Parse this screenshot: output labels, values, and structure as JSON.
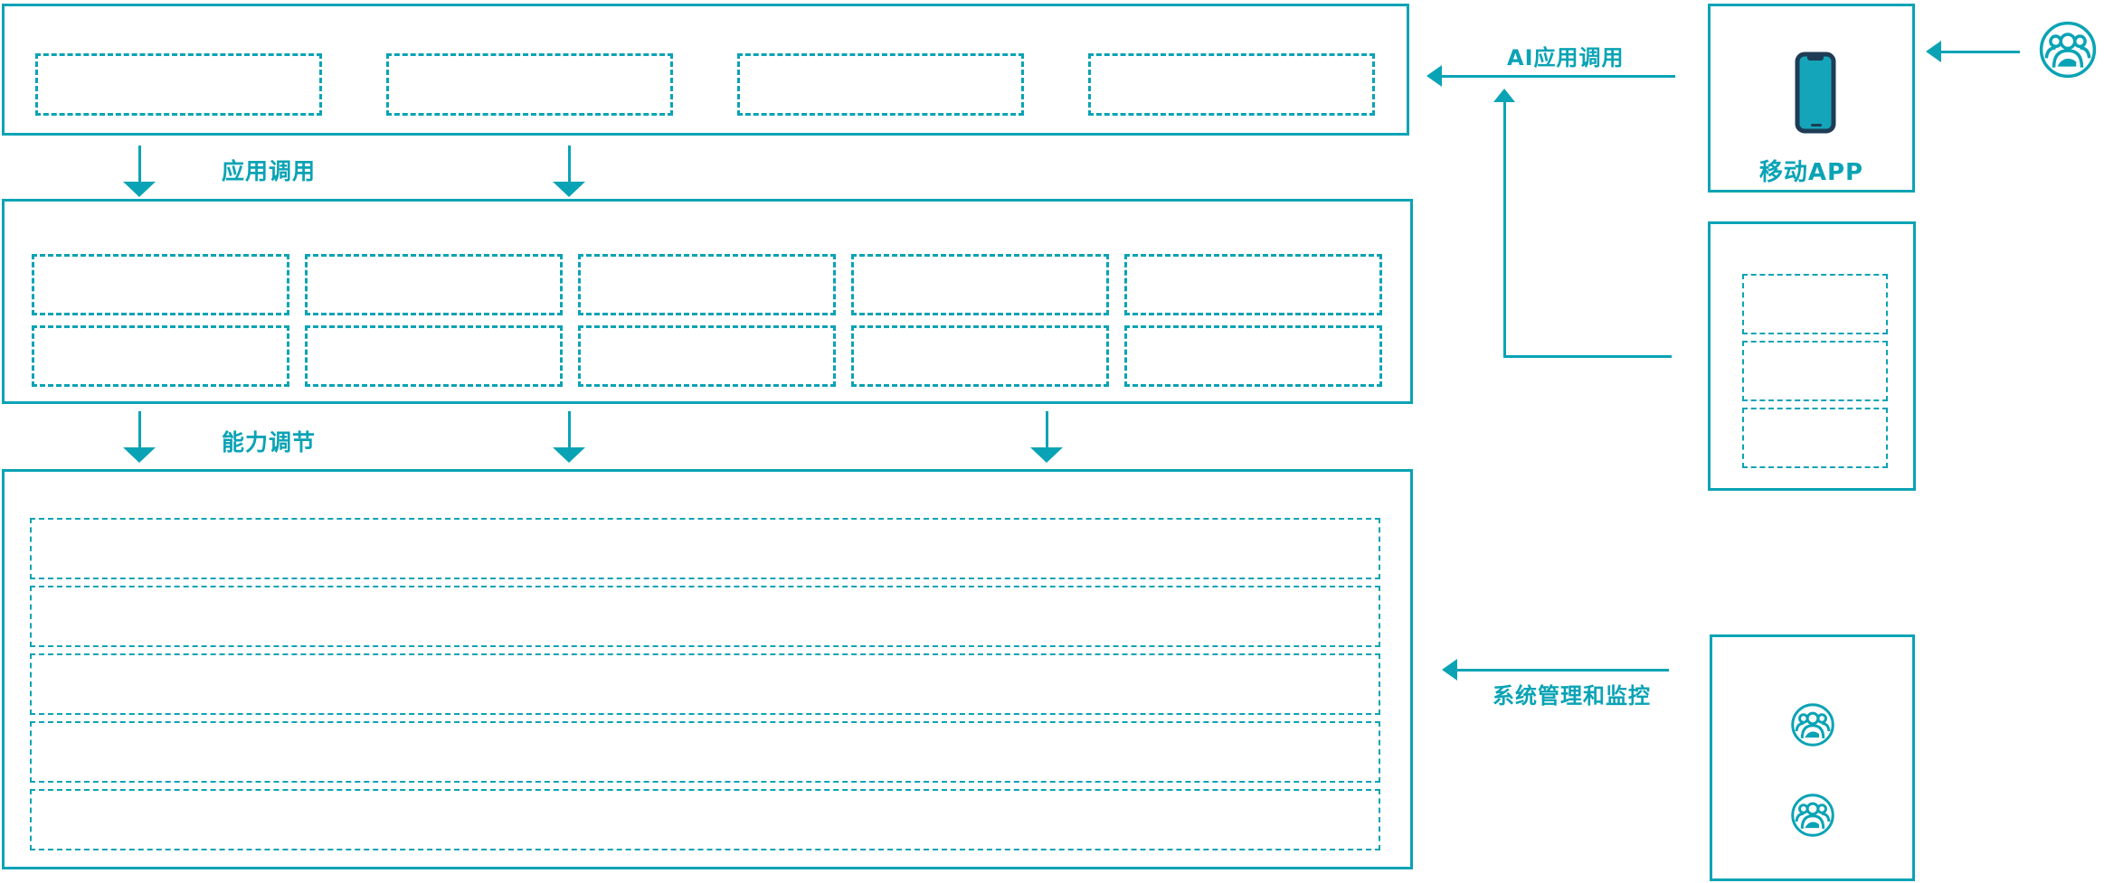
{
  "palette": {
    "teal": "#0AA3B5",
    "navy": "#1E3C55"
  },
  "labels": {
    "app_call": "应用调用",
    "capability_tune": "能力调节",
    "ai_app_call": "AI应用调用",
    "system_monitor": "系统管理和监控",
    "mobile_app": "移动APP"
  },
  "top_layer": {
    "placeholder_count": 4
  },
  "middle_layer": {
    "rows": 2,
    "cols": 5,
    "placeholder_count": 10
  },
  "bottom_layer": {
    "placeholder_count": 5
  },
  "right_panel": {
    "app_box": {
      "label": "移动APP",
      "icon": "mobile-phone-icon"
    },
    "platform_box": {
      "placeholder_count": 3
    },
    "admin_box": {
      "user_icon_count": 2
    }
  },
  "icons": {
    "user_group": "user-group-icon",
    "mobile_phone": "mobile-phone-icon"
  }
}
